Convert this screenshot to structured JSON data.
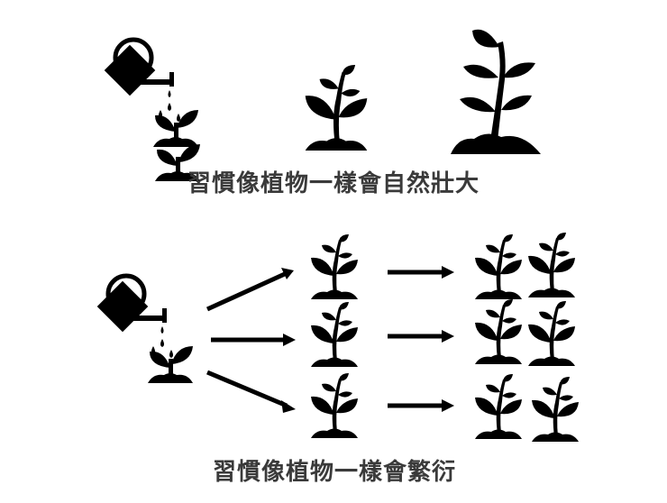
{
  "colors": {
    "ink": "#000000",
    "caption": "#3a3a3a",
    "background": "#ffffff"
  },
  "top_section": {
    "caption": "習慣像植物一樣會自然壯大",
    "stages": [
      {
        "icon": "watering-can-icon",
        "description": "watering can pouring drops onto seedling"
      },
      {
        "icon": "young-plant-icon",
        "description": "medium plant"
      },
      {
        "icon": "large-plant-icon",
        "description": "tall grown plant"
      }
    ]
  },
  "bottom_section": {
    "caption": "習慣像植物一樣會繁衍",
    "source": {
      "icon": "watering-can-icon"
    },
    "branches": [
      {
        "arrow": "diagonal-up",
        "plant": "plant-icon",
        "result_count": 2
      },
      {
        "arrow": "horizontal",
        "plant": "plant-icon",
        "result_count": 2
      },
      {
        "arrow": "diagonal-down",
        "plant": "plant-icon",
        "result_count": 2
      }
    ]
  }
}
